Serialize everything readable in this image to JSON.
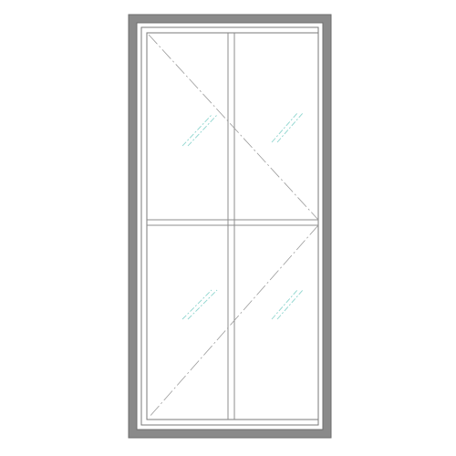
{
  "drawing": {
    "type": "window-elevation",
    "panes": {
      "columns": 2,
      "rows": 2
    },
    "opening_indicator": "dash-dot-chevron",
    "colors": {
      "background": "#ffffff",
      "frame_fill": "#8a8a8a",
      "frame_edge": "#6e6e6e",
      "inner_line": "#7a7a7a",
      "muntin_line": "#8c8c8c",
      "opening_line": "#9a9a9a",
      "glass_reflection": "#8fd6cf"
    },
    "icons": {
      "glass_reflection": "glass-reflection-icon"
    }
  }
}
